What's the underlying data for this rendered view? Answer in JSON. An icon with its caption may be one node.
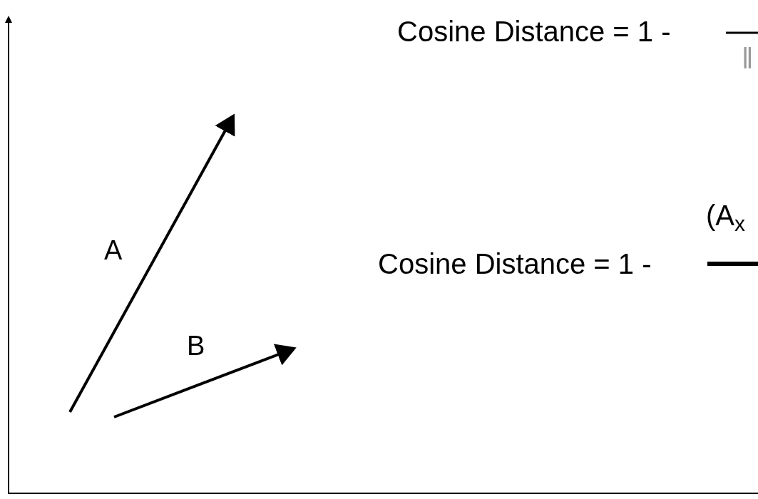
{
  "diagram": {
    "labels": [
      "A",
      "B",
      "Cosine Distance = 1 -",
      "‖",
      "(A$_{x}$",
      "Cosine Distance = 1 -"
    ]
  }
}
